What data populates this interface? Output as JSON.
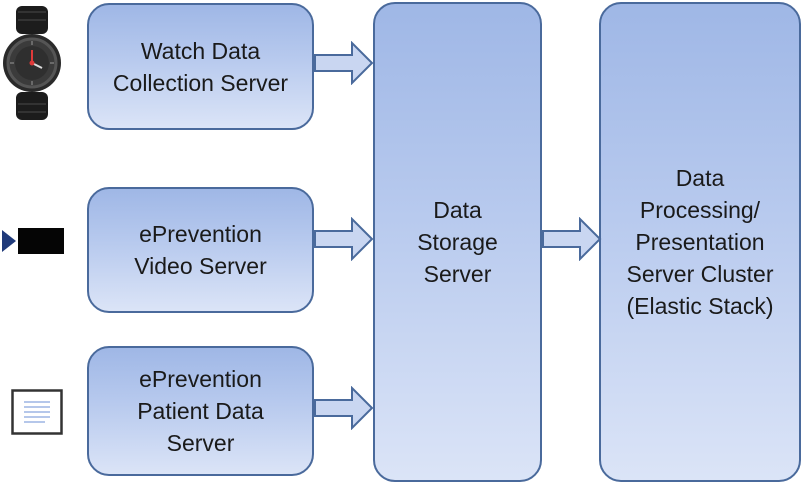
{
  "boxes": {
    "watch_server": "Watch Data\nCollection  Server",
    "video_server": "ePrevention\nVideo Server",
    "patient_server": "ePrevention\nPatient Data\nServer",
    "storage_server": "Data\nStorage\nServer",
    "processing_cluster": "Data\nProcessing/\nPresentation\nServer Cluster\n(Elastic Stack)"
  },
  "icons": {
    "watch": "smartwatch-icon",
    "camera": "video-camera-icon",
    "document": "document-icon"
  },
  "colors": {
    "box_fill_top": "#9fb7e6",
    "box_fill_bottom": "#dbe4f7",
    "box_border": "#4a6a9c"
  }
}
